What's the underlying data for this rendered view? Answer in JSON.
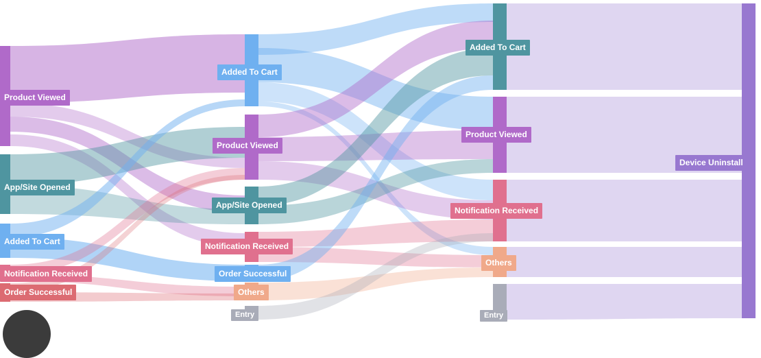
{
  "columns": [
    [
      {
        "id": "c0-pv",
        "label": "Product Viewed",
        "color": "#b06ac9"
      },
      {
        "id": "c0-app",
        "label": "App/Site Opened",
        "color": "#4f95a0"
      },
      {
        "id": "c0-atc",
        "label": "Added To Cart",
        "color": "#6fb0f0"
      },
      {
        "id": "c0-nr",
        "label": "Notification Received",
        "color": "#e0708e"
      },
      {
        "id": "c0-os",
        "label": "Order Successful",
        "color": "#dc6b72"
      }
    ],
    [
      {
        "id": "c1-atc",
        "label": "Added To Cart",
        "color": "#6fb0f0"
      },
      {
        "id": "c1-pv",
        "label": "Product Viewed",
        "color": "#b06ac9"
      },
      {
        "id": "c1-app",
        "label": "App/Site Opened",
        "color": "#4f95a0"
      },
      {
        "id": "c1-nr",
        "label": "Notification Received",
        "color": "#e0708e"
      },
      {
        "id": "c1-os",
        "label": "Order Successful",
        "color": "#6fb0f0"
      },
      {
        "id": "c1-oth",
        "label": "Others",
        "color": "#f0a98a"
      },
      {
        "id": "c1-ent",
        "label": "Entry",
        "color": "#a9acb8"
      }
    ],
    [
      {
        "id": "c2-atc",
        "label": "Added To Cart",
        "color": "#4f95a0"
      },
      {
        "id": "c2-pv",
        "label": "Product Viewed",
        "color": "#b06ac9"
      },
      {
        "id": "c2-nr",
        "label": "Notification Received",
        "color": "#e0708e"
      },
      {
        "id": "c2-oth",
        "label": "Others",
        "color": "#f0a98a"
      },
      {
        "id": "c2-ent",
        "label": "Entry",
        "color": "#a9acb8"
      }
    ],
    [
      {
        "id": "c3-du",
        "label": "Device Uninstall",
        "color": "#9878d0"
      }
    ]
  ]
}
